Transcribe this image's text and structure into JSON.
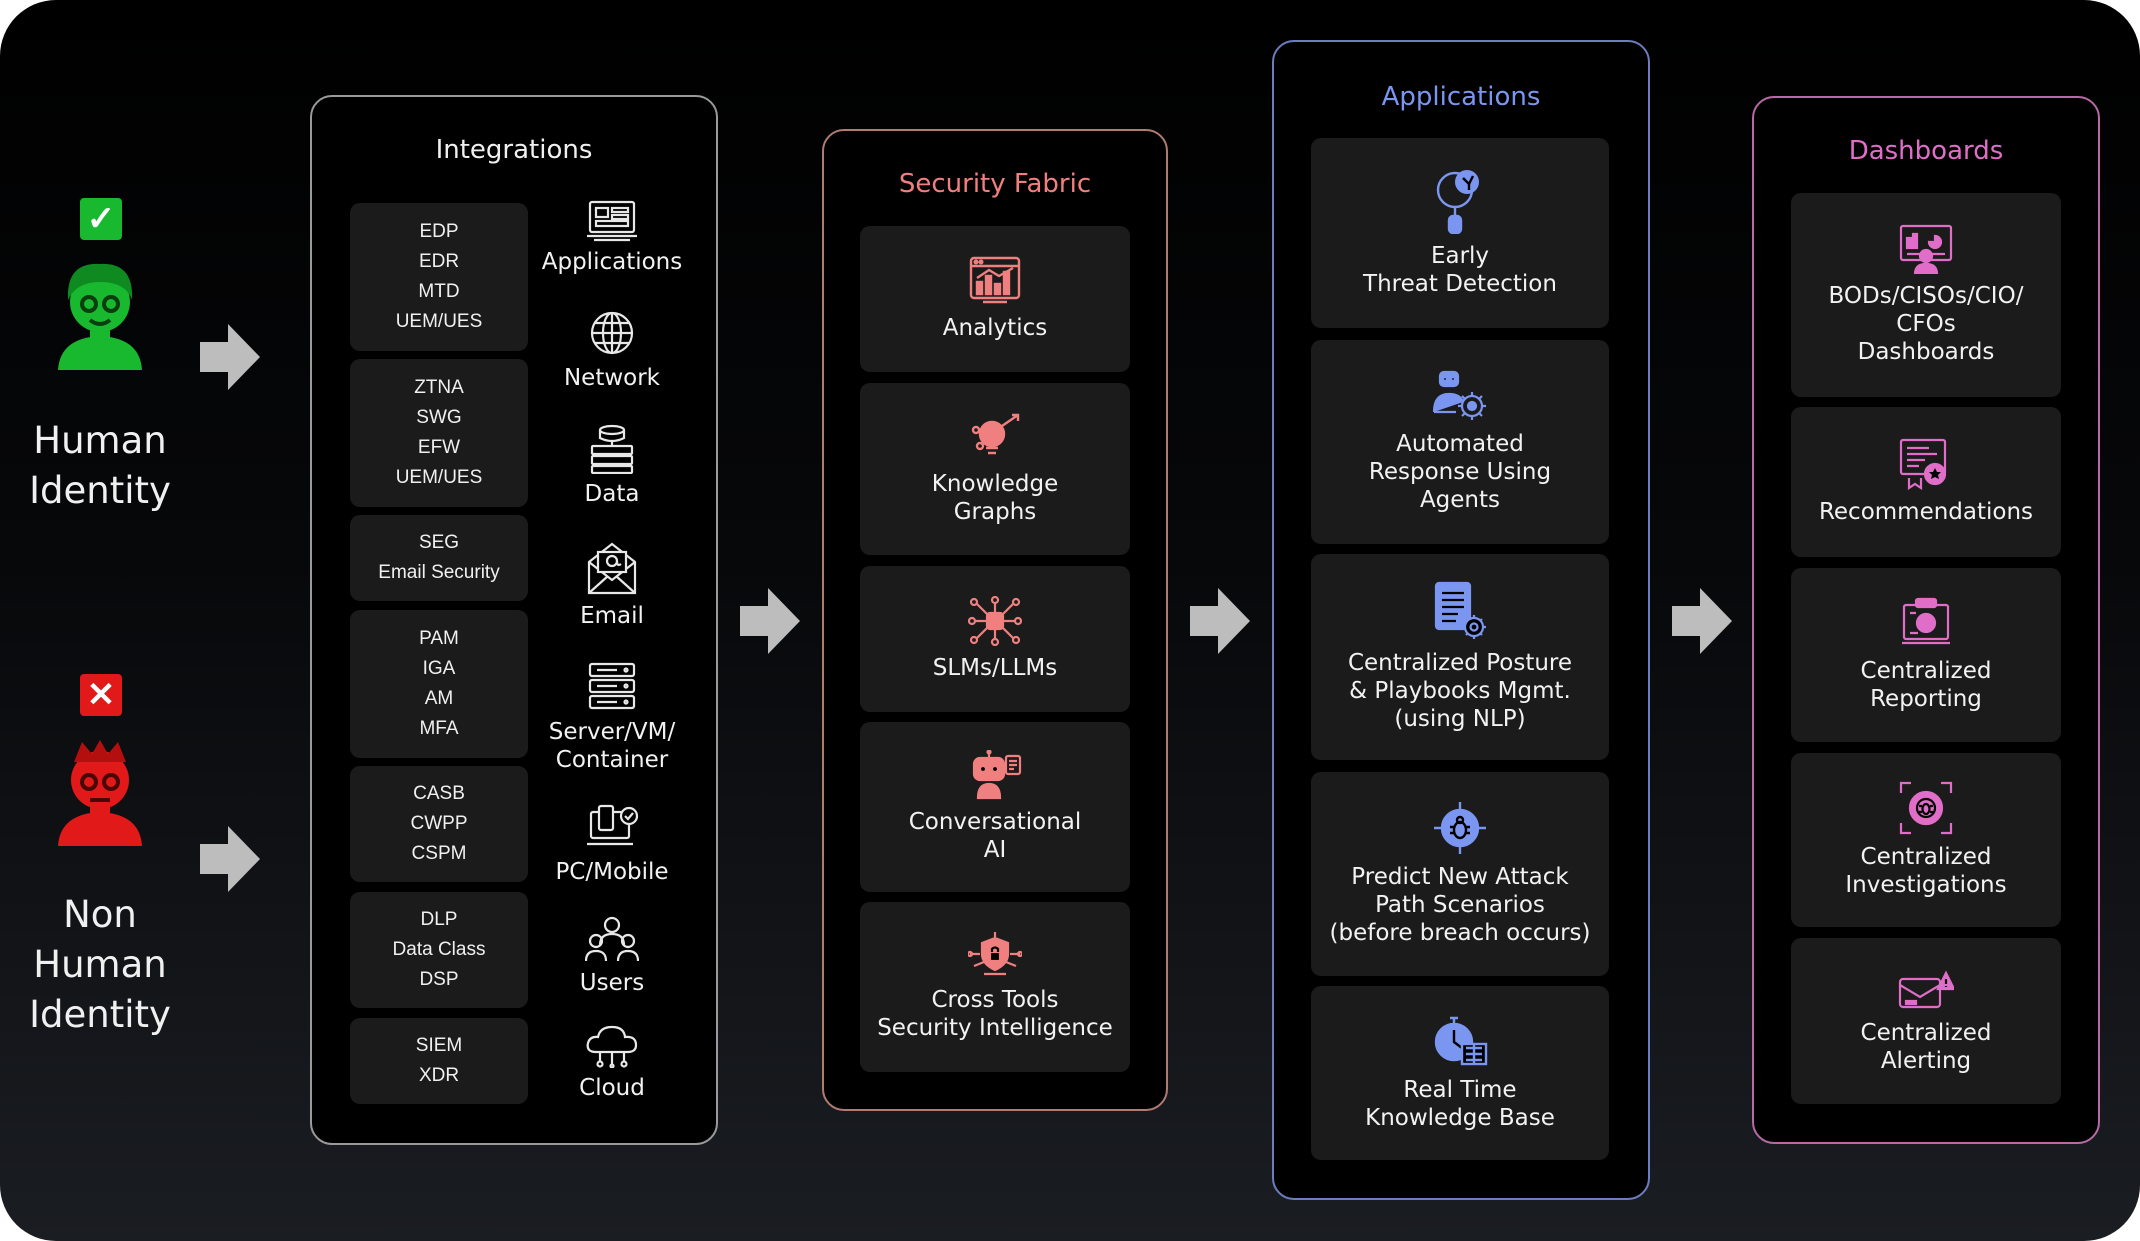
{
  "identities": {
    "human": {
      "label": "Human\nIdentity",
      "status": "allowed",
      "color": "#18b82f"
    },
    "non_human": {
      "label": "Non\nHuman\nIdentity",
      "status": "blocked",
      "color": "#e11919"
    }
  },
  "integrations": {
    "title": "Integrations",
    "groups": [
      [
        "EDP",
        "EDR",
        "MTD",
        "UEM/UES"
      ],
      [
        "ZTNA",
        "SWG",
        "EFW",
        "UEM/UES"
      ],
      [
        "SEG",
        "Email Security"
      ],
      [
        "PAM",
        "IGA",
        "AM",
        "MFA"
      ],
      [
        "CASB",
        "CWPP",
        "CSPM"
      ],
      [
        "DLP",
        "Data Class",
        "DSP"
      ],
      [
        "SIEM",
        "XDR"
      ]
    ],
    "sources": [
      {
        "label": "Applications",
        "icon": "applications-icon"
      },
      {
        "label": "Network",
        "icon": "network-globe-icon"
      },
      {
        "label": "Data",
        "icon": "data-icon"
      },
      {
        "label": "Email",
        "icon": "email-icon"
      },
      {
        "label": "Server/VM/\nContainer",
        "icon": "server-icon"
      },
      {
        "label": "PC/Mobile",
        "icon": "pc-mobile-icon"
      },
      {
        "label": "Users",
        "icon": "users-icon"
      },
      {
        "label": "Cloud",
        "icon": "cloud-icon"
      }
    ]
  },
  "security_fabric": {
    "title": "Security Fabric",
    "accent": "#f08080",
    "items": [
      {
        "label": "Analytics",
        "icon": "analytics-icon"
      },
      {
        "label": "Knowledge\nGraphs",
        "icon": "knowledge-graph-icon"
      },
      {
        "label": "SLMs/LLMs",
        "icon": "llm-network-icon"
      },
      {
        "label": "Conversational\nAI",
        "icon": "robot-icon"
      },
      {
        "label": "Cross Tools\nSecurity Intelligence",
        "icon": "security-intelligence-icon"
      }
    ]
  },
  "applications": {
    "title": "Applications",
    "accent": "#7b96f0",
    "items": [
      {
        "label": "Early\nThreat Detection",
        "icon": "threat-detection-icon"
      },
      {
        "label": "Automated\nResponse Using\nAgents",
        "icon": "agents-icon"
      },
      {
        "label": "Centralized Posture\n& Playbooks Mgmt.\n(using NLP)",
        "icon": "playbook-icon"
      },
      {
        "label": "Predict New Attack\nPath Scenarios\n(before breach occurs)",
        "icon": "bug-target-icon"
      },
      {
        "label": "Real Time\nKnowledge Base",
        "icon": "knowledge-base-icon"
      }
    ]
  },
  "dashboards": {
    "title": "Dashboards",
    "accent": "#e06ec8",
    "items": [
      {
        "label": "BODs/CISOs/CIO/\nCFOs\nDashboards",
        "icon": "executive-dashboard-icon"
      },
      {
        "label": "Recommendations",
        "icon": "recommendations-icon"
      },
      {
        "label": "Centralized\nReporting",
        "icon": "reporting-icon"
      },
      {
        "label": "Centralized\nInvestigations",
        "icon": "investigation-icon"
      },
      {
        "label": "Centralized\nAlerting",
        "icon": "alerting-icon"
      }
    ]
  }
}
